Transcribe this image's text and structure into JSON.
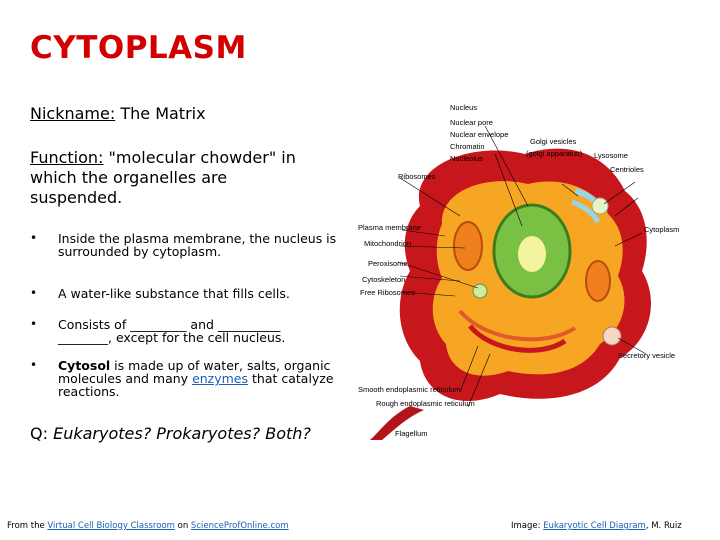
{
  "title": "CYTOPLASM",
  "nickname": {
    "label": "Nickname:",
    "value": "The Matrix"
  },
  "function": {
    "label": "Function:",
    "value": "\"molecular chowder\" in which the organelles are suspended."
  },
  "bullets": {
    "b1": "Inside the plasma membrane, the nucleus is surrounded by cytoplasm.",
    "b2": "A water-like substance that fills cells.",
    "b3_pre": "Consists of _________ and __________",
    "b3_post": "________, except for the cell nucleus.",
    "b4_term": "Cytosol",
    "b4_mid": " is made up of water, salts, organic molecules and many ",
    "b4_link": "enzymes",
    "b4_end": " that catalyze reactions."
  },
  "question": {
    "q": "Q:",
    "text": "Eukaryotes? Prokaryotes? Both?"
  },
  "footer_left": {
    "prefix": "From the ",
    "link1": "Virtual Cell Biology Classroom",
    "mid": " on ",
    "link2": "ScienceProfOnline.com"
  },
  "footer_right": {
    "prefix": "Image: ",
    "link": "Eukaryotic Cell Diagram",
    "suffix": ", M. Ruiz"
  },
  "diagram_labels": {
    "nucleus": "Nucleus",
    "nuclear_pore": "Nuclear pore",
    "nuclear_envelope": "Nuclear envelope",
    "chromatin": "Chromatin",
    "nucleolus": "Nucleolus",
    "ribosomes": "Ribosomes",
    "golgi1": "Golgi vesicles",
    "golgi2": "(golgi apparatus)",
    "lysosome": "Lysosome",
    "centrioles": "Centrioles",
    "plasma_membrane": "Plasma membrane",
    "mitochondrion": "Mitochondrion",
    "peroxisome": "Peroxisome",
    "cytoskeleton": "Cytoskeleton",
    "free_ribosomes": "Free Ribosomes",
    "cytoplasm": "Cytoplasm",
    "secretory_vesicle": "Secretory vesicle",
    "smooth_er": "Smooth endoplasmic reticulum",
    "rough_er": "Rough endoplasmic reticulum",
    "flagellum": "Flagellum"
  },
  "colors": {
    "title": "#d20000",
    "link": "#1a5fb4",
    "cell_outer": "#c8161d",
    "cytoplasm": "#f6a623",
    "nucleus": "#7ac143"
  }
}
